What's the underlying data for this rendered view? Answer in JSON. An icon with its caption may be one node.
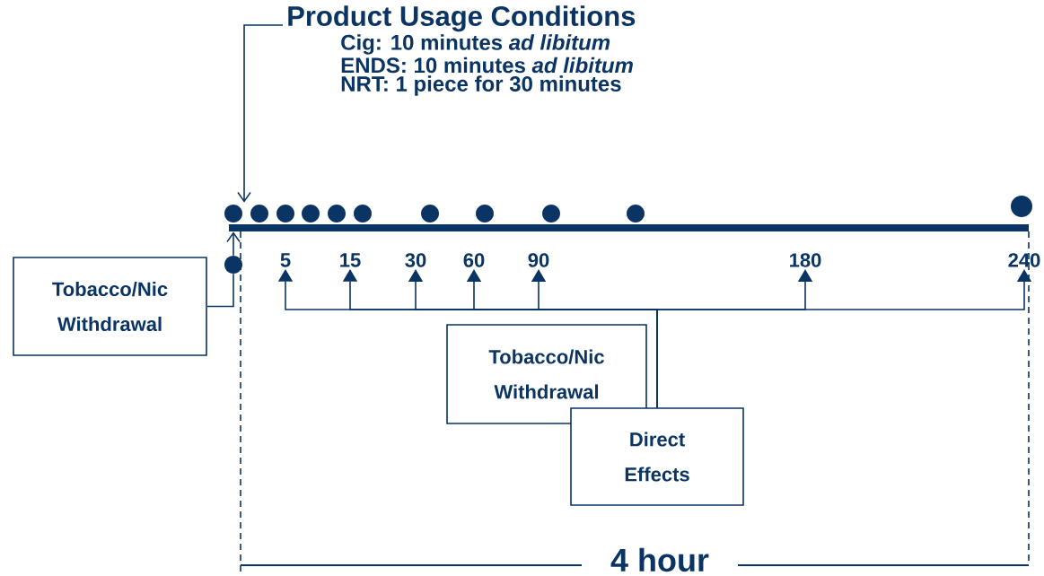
{
  "diagram": {
    "nodes": [
      {
        "text": [
          "Product Usage Conditions",
          "Cig: 10 minutes *ad libitum*",
          "ENDS: 10 minutes *ad libitum*",
          "NRT: 1 piece for 30 minutes"
        ]
      },
      {
        "text": [],
        "shape": "circle"
      },
      {
        "text": [],
        "shape": "circle"
      },
      {
        "text": [],
        "shape": "circle"
      },
      {
        "text": [],
        "shape": "circle"
      },
      {
        "text": [],
        "shape": "circle"
      },
      {
        "text": [],
        "shape": "circle"
      },
      {
        "text": [],
        "shape": "circle"
      },
      {
        "text": [],
        "shape": "circle"
      },
      {
        "text": [],
        "shape": "circle"
      },
      {
        "text": [],
        "shape": "circle"
      },
      {
        "text": [],
        "shape": "circle"
      },
      {
        "text": [],
        "shape": "bar"
      },
      {
        "text": [
          "Tobacco/Nic Withdrawal"
        ]
      },
      {
        "text": [],
        "shape": "circle"
      },
      {
        "text": [
          "5"
        ]
      },
      {
        "text": [
          "15"
        ]
      },
      {
        "text": [
          "30"
        ]
      },
      {
        "text": [
          "60"
        ]
      },
      {
        "text": [
          "90"
        ]
      },
      {
        "text": [
          "180"
        ]
      },
      {
        "text": [
          "240"
        ]
      },
      {
        "text": [
          "Tobacco/Nic Withdrawal"
        ]
      },
      {
        "text": [
          "Direct Effects"
        ]
      }
    ],
    "edges": [
      {
        "from": 0,
        "to": 1,
        "arrow": "to"
      },
      {
        "from": 13,
        "to": 14,
        "arrow": "none"
      },
      {
        "from": 14,
        "to": 12,
        "arrow": "to"
      },
      {
        "from": 23,
        "to": 15,
        "arrow": "to"
      },
      {
        "from": 23,
        "to": 16,
        "arrow": "to"
      },
      {
        "from": 23,
        "to": 17,
        "arrow": "to"
      },
      {
        "from": 23,
        "to": 18,
        "arrow": "to"
      },
      {
        "from": 23,
        "to": 19,
        "arrow": "to"
      },
      {
        "from": 23,
        "to": 20,
        "arrow": "to"
      },
      {
        "from": 23,
        "to": 21,
        "arrow": "to"
      }
    ],
    "labels": [
      "4 hour"
    ]
  }
}
